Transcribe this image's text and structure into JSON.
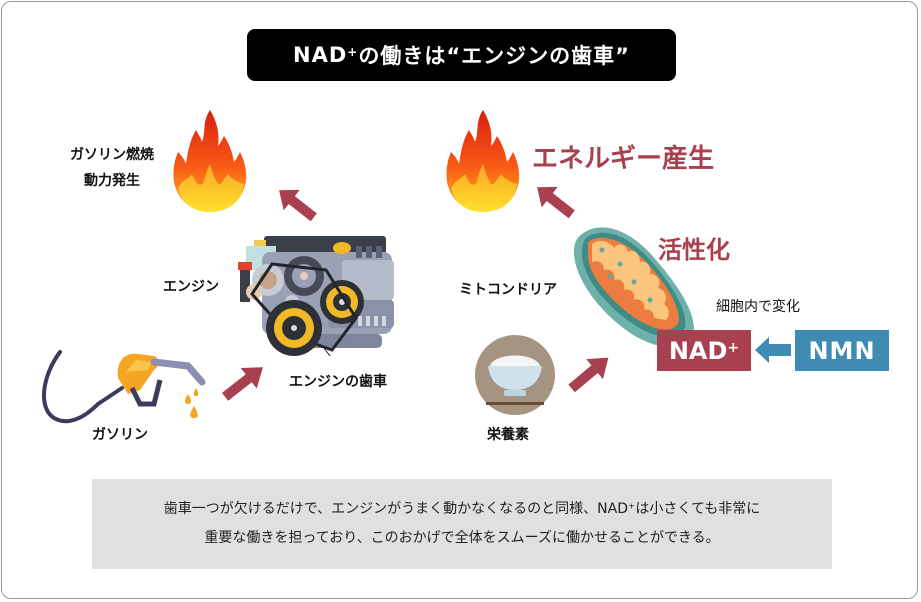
{
  "title": {
    "prefix": "NAD",
    "superscript": "+",
    "suffix": "の働きは“エンジンの歯車”"
  },
  "engine_side": {
    "combustion_label_line1": "ガソリン燃焼",
    "combustion_label_line2": "動力発生",
    "engine_label": "エンジン",
    "gear_label": "エンジンの歯車",
    "gasoline_label": "ガソリン",
    "icons": [
      "flame-icon",
      "engine-icon",
      "fuel-nozzle-icon",
      "arrow-icon"
    ]
  },
  "cell_side": {
    "energy_label": "エネルギー産生",
    "activation_label": "活性化",
    "mitochondria_label": "ミトコンドリア",
    "nutrient_label": "栄養素",
    "conversion_label": "細胞内で変化",
    "nad_box": {
      "text": "NAD",
      "superscript": "+"
    },
    "nmn_box": {
      "text": "NMN"
    },
    "icons": [
      "flame-icon",
      "mitochondria-icon",
      "rice-bowl-icon",
      "arrow-icon"
    ]
  },
  "note": {
    "line1": "歯車一つが欠けるだけで、エンジンがうまく動かなくなるのと同様、NAD⁺は小さくても非常に",
    "line2": "重要な働きを担っており、このおかげで全体をスムーズに働かせることができる。"
  },
  "colors": {
    "accent_red": "#a8404f",
    "accent_blue": "#3f8bb1",
    "title_bg": "#000000",
    "note_bg": "#e0e0e0"
  }
}
